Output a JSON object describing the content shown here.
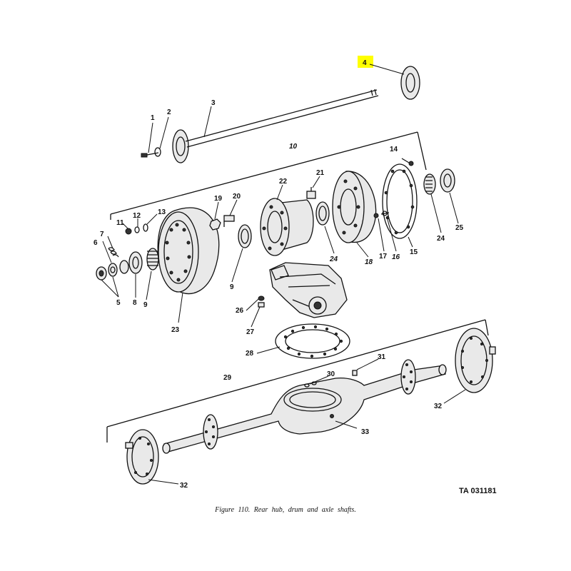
{
  "figure": {
    "caption": "Figure 110. Rear hub, drum and axle shafts.",
    "ta_number": "TA 031181",
    "highlight_color": "#ffff00"
  },
  "callouts": {
    "c1": "1",
    "c2": "2",
    "c3": "3",
    "c4": "4",
    "c5": "5",
    "c6": "6",
    "c7": "7",
    "c8": "8",
    "c9a": "9",
    "c9b": "9",
    "c10": "10",
    "c11": "11",
    "c12": "12",
    "c13": "13",
    "c14": "14",
    "c15": "15",
    "c16": "16",
    "c17": "17",
    "c18": "18",
    "c19": "19",
    "c20": "20",
    "c21": "21",
    "c22": "22",
    "c23": "23",
    "c24a": "24",
    "c24b": "24",
    "c25": "25",
    "c26": "26",
    "c27": "27",
    "c28": "28",
    "c29": "29",
    "c30": "30",
    "c31": "31",
    "c32a": "32",
    "c32b": "32",
    "c33": "33"
  }
}
